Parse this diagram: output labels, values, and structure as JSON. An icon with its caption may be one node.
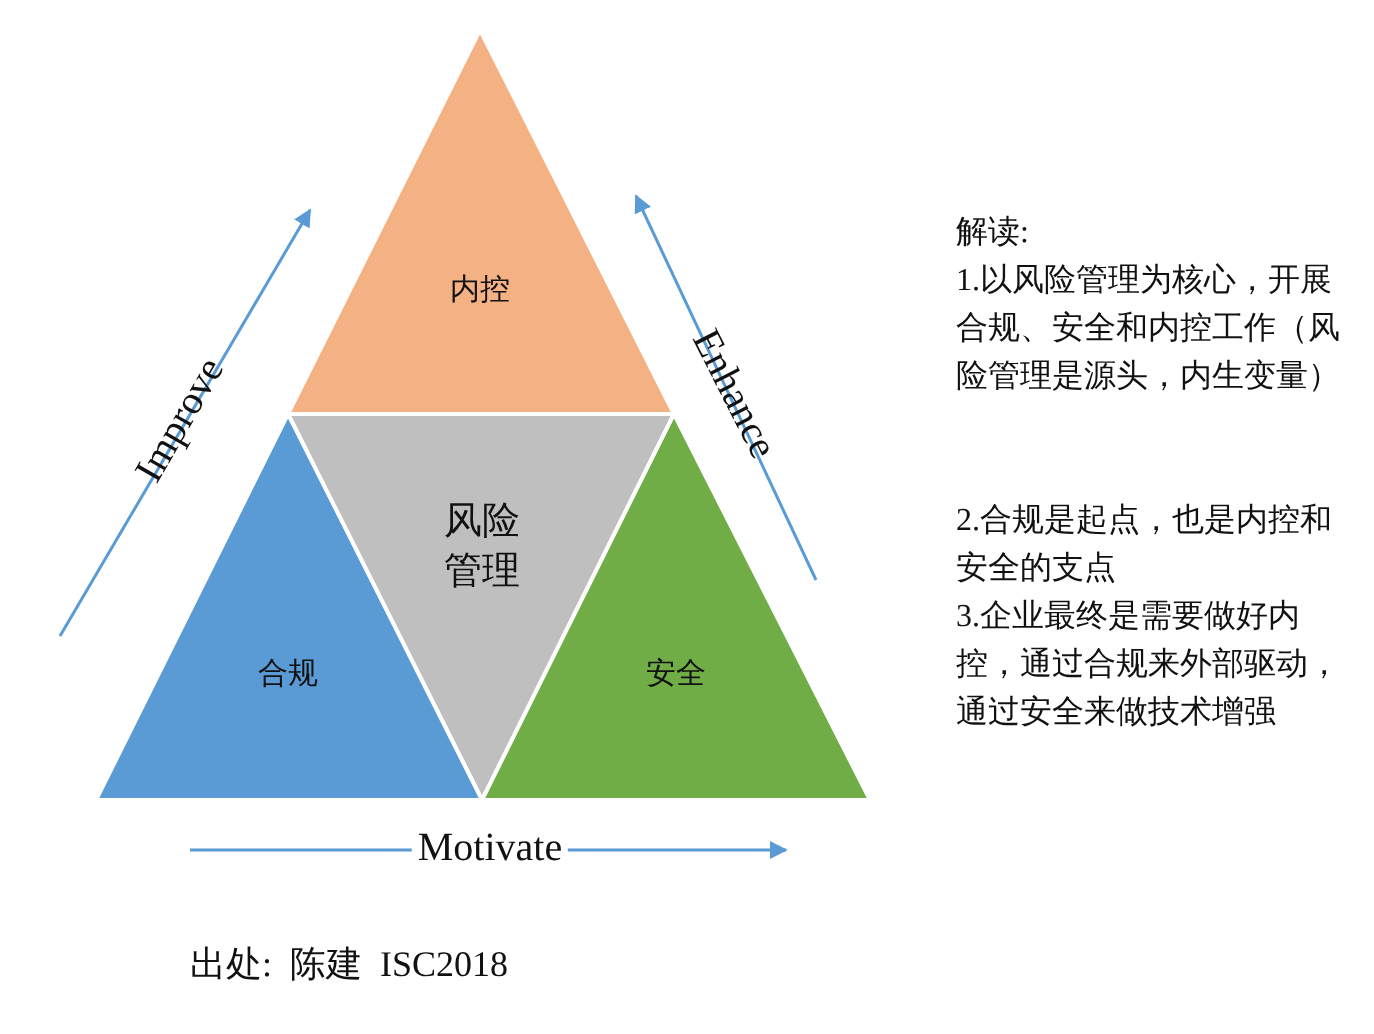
{
  "diagram": {
    "nodes": [
      {
        "text": [
          "内控"
        ]
      },
      {
        "text": [
          "风险管理"
        ]
      },
      {
        "text": [
          "合规"
        ]
      },
      {
        "text": [
          "安全"
        ]
      }
    ],
    "labels": [
      "Improve",
      "Enhance",
      "Motivate",
      "解读:",
      "1.以风险管理为核心，开展合规、安全和内控工作（风险管理是源头，内生变量）",
      "2.合规是起点，也是内控和安全的支点",
      "3.企业最终是需要做好内控，通过合规来外部驱动，通过安全来做技术增强",
      "出处:  陈建  ISC2018"
    ]
  }
}
